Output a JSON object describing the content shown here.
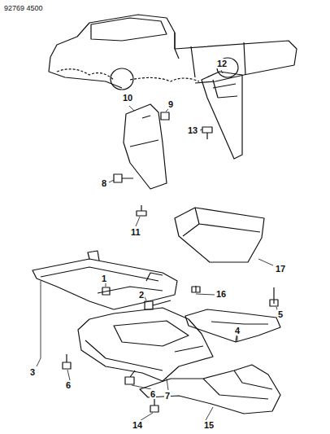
{
  "diagram": {
    "labels": [
      "92769 4500",
      "12",
      "10",
      "9",
      "13",
      "8",
      "11",
      "1",
      "2",
      "3",
      "16",
      "17",
      "4",
      "5",
      "6",
      "6",
      "7",
      "14",
      "15"
    ]
  }
}
